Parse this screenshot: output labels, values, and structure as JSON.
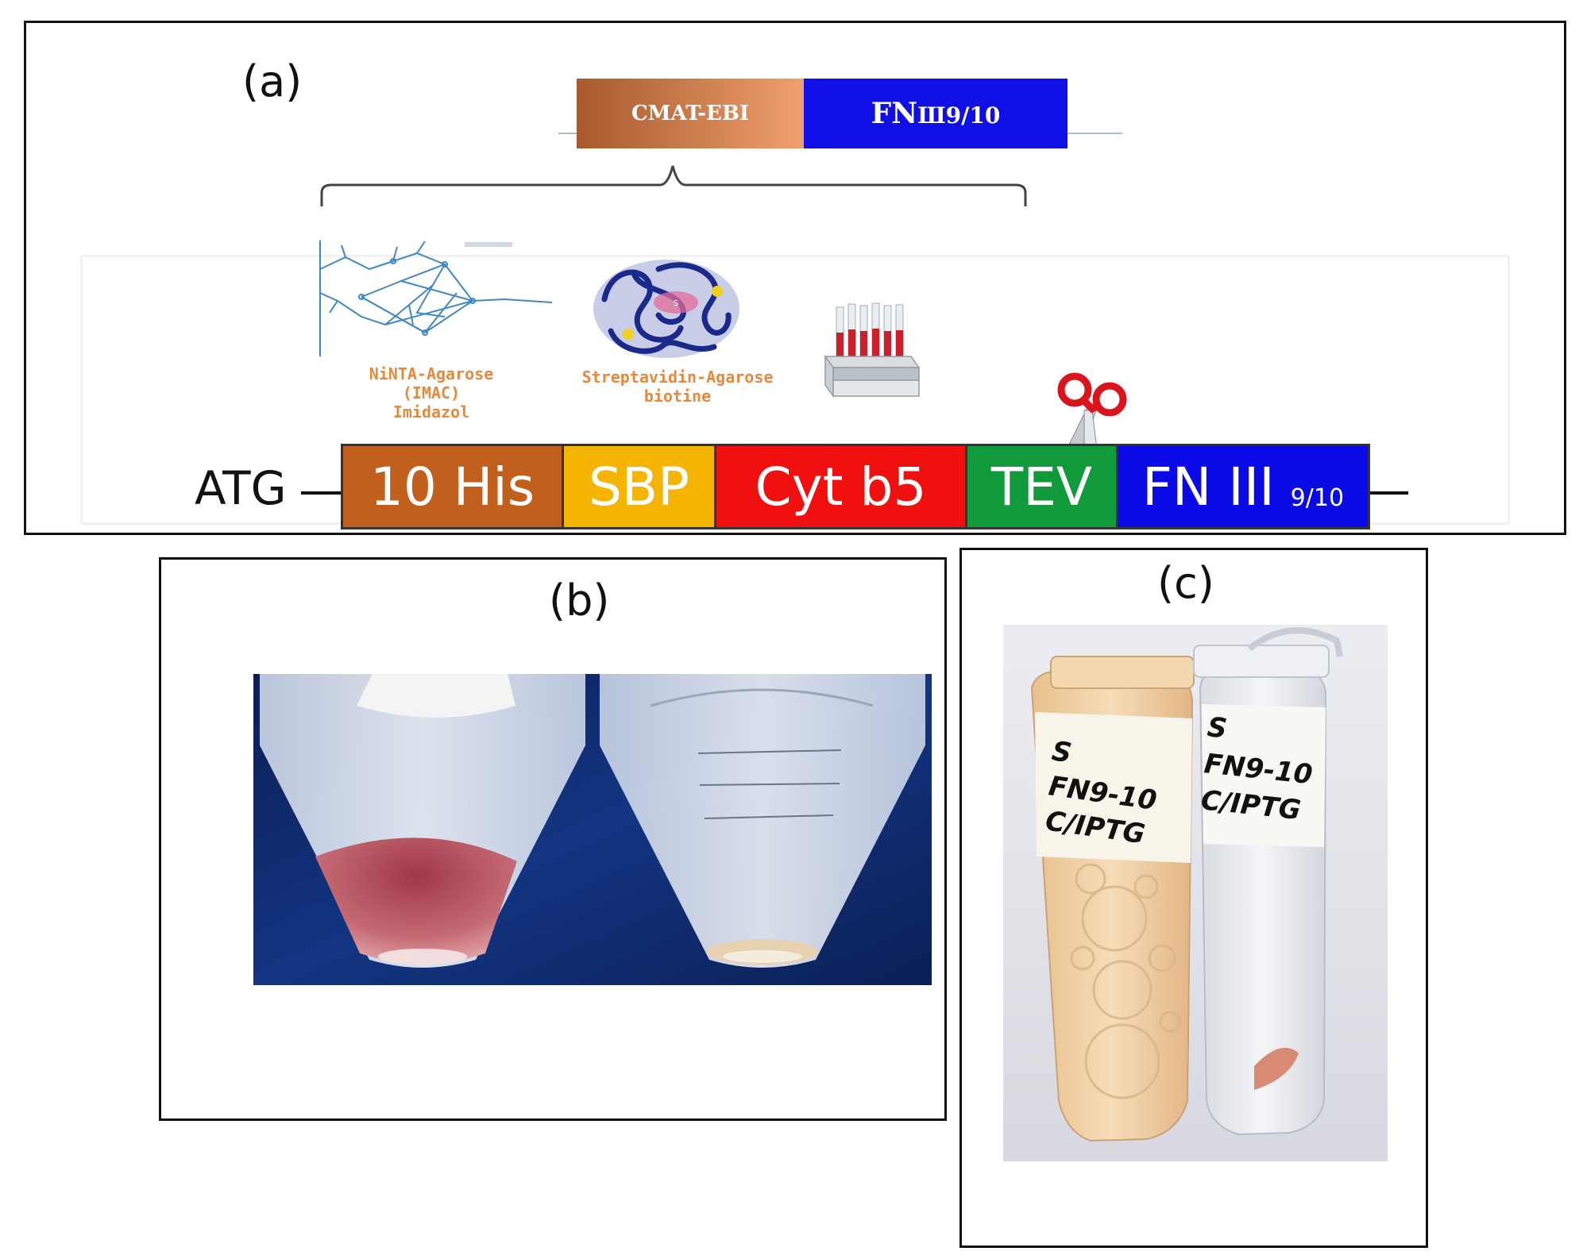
{
  "panel_a": {
    "label": "(a)",
    "top_construct": [
      {
        "text": "CMAT-EBI",
        "sub": "",
        "color": "#b8673a"
      },
      {
        "text": "FN",
        "sub": "Ш9/10",
        "color": "#1010e6"
      }
    ],
    "captions": {
      "ninta": [
        "NiNTA-Agarose",
        "(IMAC)",
        "Imidazol"
      ],
      "streptavidin": [
        "Streptavidin-Agarose",
        "biotine"
      ]
    },
    "streptavidin_inner_label": "S",
    "start_codon": "ATG",
    "segments": [
      {
        "text": "10 His",
        "sub": "",
        "color": "#c0601c"
      },
      {
        "text": "SBP",
        "sub": "",
        "color": "#f5b400"
      },
      {
        "text": "Cyt b5",
        "sub": "",
        "color": "#f01010"
      },
      {
        "text": "TEV",
        "sub": "",
        "color": "#119a3c"
      },
      {
        "text": "FN III",
        "sub": "9/10",
        "color": "#0a0ae6"
      }
    ]
  },
  "panel_b": {
    "label": "(b)"
  },
  "panel_c": {
    "label": "(c)",
    "tube_left_label": [
      "S",
      "FN9-10",
      "C/IPTG"
    ],
    "tube_right_label": [
      "S",
      "FN9-10",
      "C/IPTG"
    ]
  },
  "colors": {
    "frame": "#111111",
    "photo_background_b": "#0d2a66",
    "pellet_red": "#b8545f",
    "pellet_beige": "#e6d2b0",
    "culture_orange": "#f0cfa2",
    "caption_orange": "#e8893a"
  }
}
